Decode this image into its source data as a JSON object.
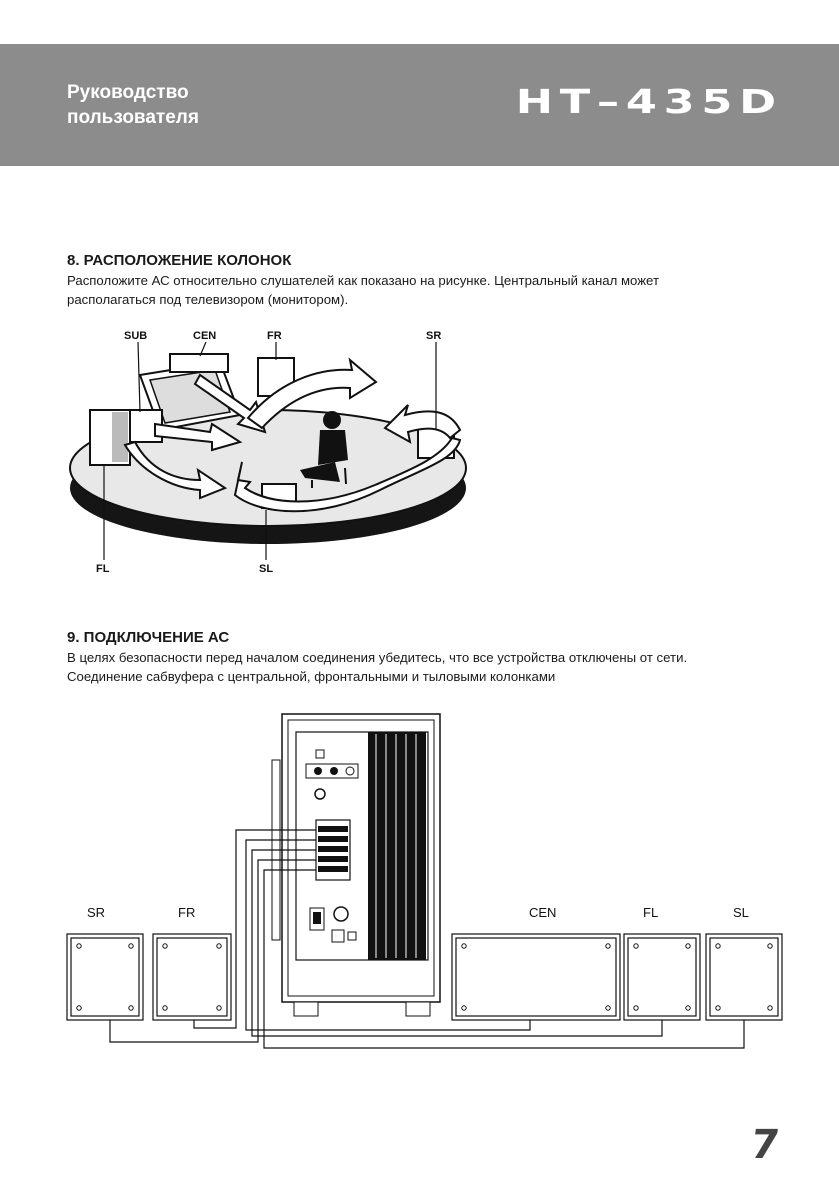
{
  "header": {
    "title_line1": "Руководство",
    "title_line2": "пользователя",
    "model": "HT–435D"
  },
  "section8": {
    "heading": "8. РАСПОЛОЖЕНИЕ КОЛОНОК",
    "text_line1": "Расположите АС относительно слушателей  как показано на рисунке. Центральный канал может",
    "text_line2": "располагаться под телевизором (монитором).",
    "labels": {
      "sub": "SUB",
      "cen": "CEN",
      "fr": "FR",
      "sr": "SR",
      "fl": "FL",
      "sl": "SL"
    }
  },
  "section9": {
    "heading": "9. ПОДКЛЮЧЕНИЕ АС",
    "text_line1": "В целях безопасности перед началом соединения убедитесь, что все устройства отключены от сети.",
    "text_line2": "Соединение сабвуфера с центральной, фронтальными и тыловыми колонками",
    "labels": {
      "sr": "SR",
      "fr": "FR",
      "cen": "CEN",
      "fl": "FL",
      "sl": "SL"
    }
  },
  "page_number": "7"
}
